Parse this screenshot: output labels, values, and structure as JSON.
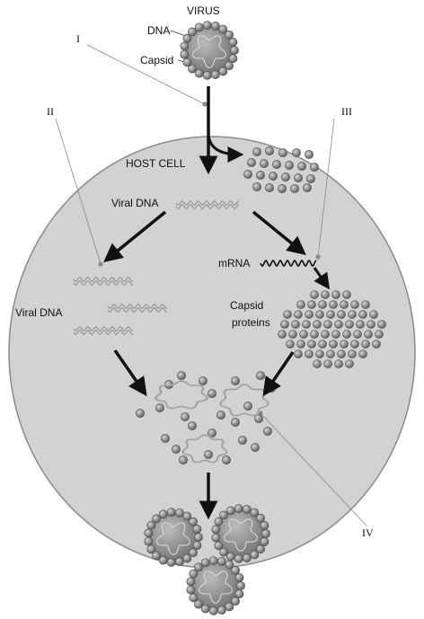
{
  "labels": {
    "virus": "VIRUS",
    "dna": "DNA",
    "capsid": "Capsid",
    "host_cell": "HOST CELL",
    "viral_dna_top": "Viral DNA",
    "viral_dna_left": "Viral DNA",
    "mrna": "mRNA",
    "capsid_proteins_1": "Capsid",
    "capsid_proteins_2": "proteins"
  },
  "markers": {
    "i": "I",
    "ii": "II",
    "iii": "III",
    "iv": "IV"
  },
  "colors": {
    "cell_fill": "#d2d2d2",
    "cell_stroke": "#8a8a8a",
    "protein_fill": "#8f8f8f",
    "arrow": "#111111",
    "dna_strand": "#a8a8a8",
    "leader_line": "#8a8a8a"
  }
}
